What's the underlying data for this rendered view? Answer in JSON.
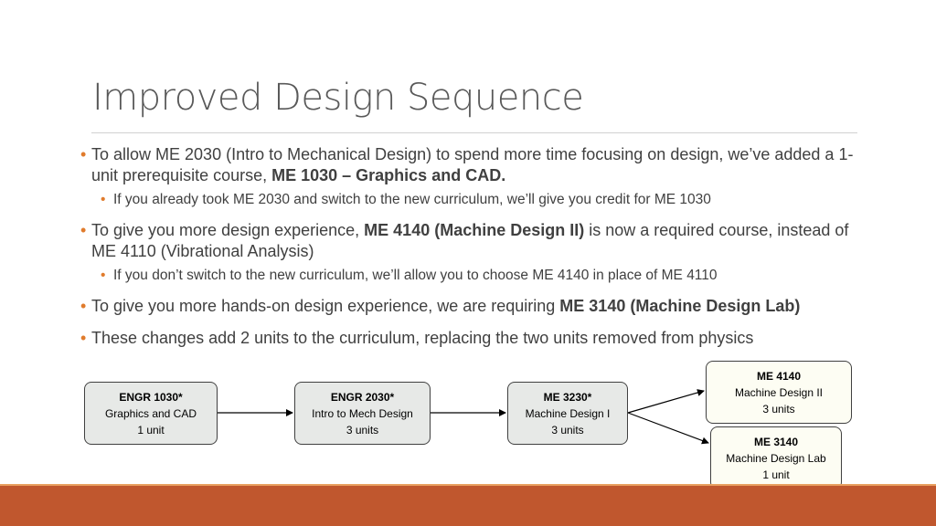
{
  "title": "Improved Design Sequence",
  "bullets": [
    {
      "pre": "To allow ME 2030 (Intro to Mechanical Design) to spend more time focusing on design, we’ve added a 1-unit prerequisite course, ",
      "bold": "ME 1030 – Graphics and CAD.",
      "post": "",
      "sub": "If you already took ME 2030 and switch to the new curriculum, we’ll give you credit for ME 1030"
    },
    {
      "pre": "To give you more design experience, ",
      "bold": "ME 4140 (Machine Design II)",
      "post": " is now a required course, instead of ME 4110 (Vibrational Analysis)",
      "sub": "If you don’t switch to the new curriculum, we’ll allow you to choose ME 4140 in place of ME 4110"
    },
    {
      "pre": "To give you more hands-on design experience, we are requiring ",
      "bold": "ME 3140 (Machine Design Lab)",
      "post": ""
    },
    {
      "pre": "These changes add 2 units to the curriculum, replacing the two units removed from physics",
      "bold": "",
      "post": ""
    }
  ],
  "flow": {
    "engr1030": {
      "code": "ENGR 1030*",
      "name": "Graphics and CAD",
      "units": "1 unit"
    },
    "engr2030": {
      "code": "ENGR 2030*",
      "name": "Intro to Mech Design",
      "units": "3 units"
    },
    "me3230": {
      "code": "ME 3230*",
      "name": "Machine Design I",
      "units": "3 units"
    },
    "me4140": {
      "code": "ME 4140",
      "name": "Machine Design II",
      "units": "3 units"
    },
    "me3140": {
      "code": "ME 3140",
      "name": "Machine Design Lab",
      "units": "1 unit"
    }
  },
  "colors": {
    "bullet": "#e07b2c",
    "footer": "#c0572e",
    "box_fill": "#e7e9e7",
    "box_fill_light": "#fdfdf3"
  }
}
